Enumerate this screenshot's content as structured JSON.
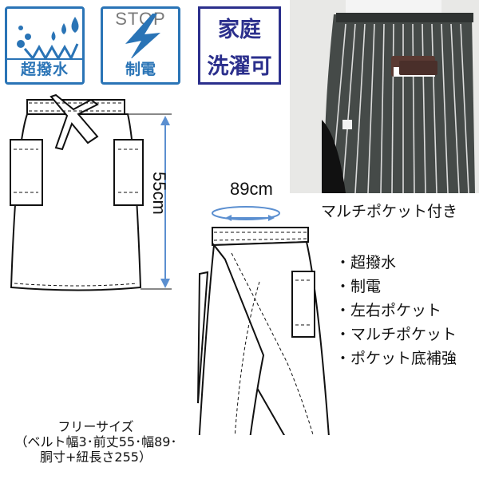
{
  "badges": [
    {
      "name": "water-repellent",
      "label": "超撥水",
      "color": "#2a74b6"
    },
    {
      "name": "antistatic",
      "top_text": "STOP",
      "label": "制電",
      "color": "#2a74b6"
    },
    {
      "name": "home-washable",
      "line1": "家庭",
      "line2": "洗濯可",
      "color": "#2b2f8c"
    }
  ],
  "photo": {
    "caption": "マルチポケット付き"
  },
  "diagram": {
    "front_length": "55cm",
    "waist_width": "89cm"
  },
  "features": [
    "・超撥水",
    "・制電",
    "・左右ポケット",
    "・マルチポケット",
    "・ポケット底補強"
  ],
  "size_note": {
    "line1": "フリーサイズ",
    "line2": "（ベルト幅3･前丈55･幅89･",
    "line3": "胴寸+紐長さ255）"
  },
  "colors": {
    "accent_blue": "#2a74b6",
    "dimension_blue": "#5b8fd0",
    "navy": "#2b2f8c",
    "apron_stripe_bg": "#4a4f4d"
  }
}
